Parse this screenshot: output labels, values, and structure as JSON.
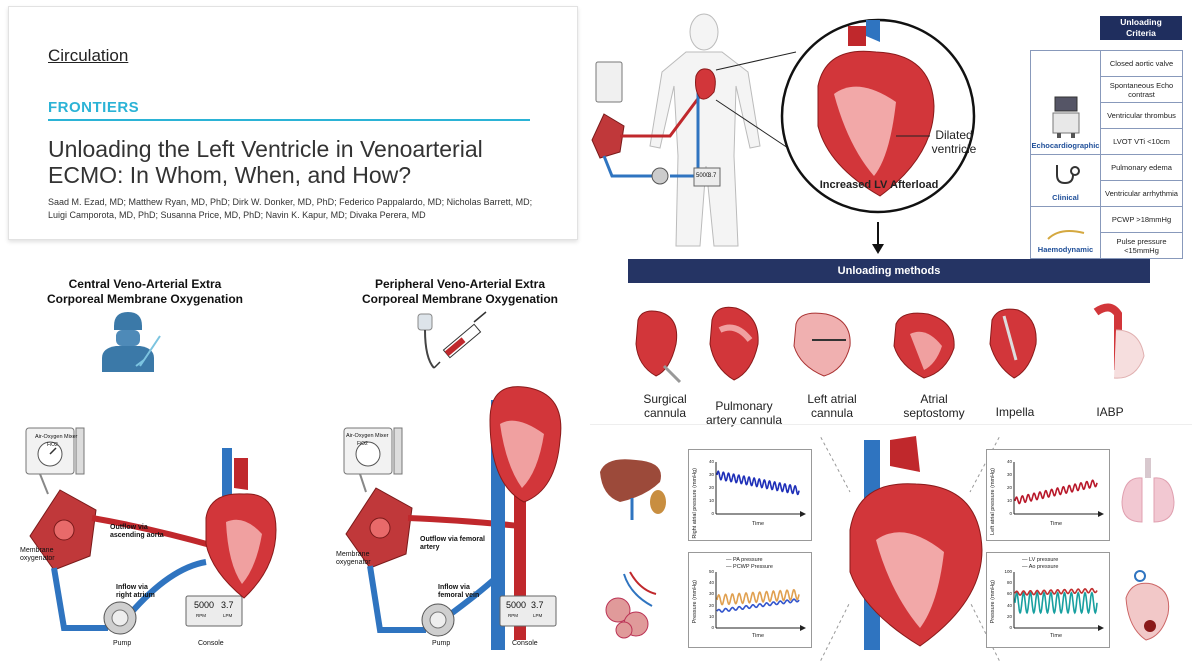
{
  "header": {
    "journal": "Circulation",
    "section": "FRONTIERS",
    "title": "Unloading the Left Ventricle in Venoarterial ECMO: In Whom, When, and How?",
    "authors": "Saad M. Ezad, MD; Matthew Ryan, MD, PhD; Dirk W. Donker, MD, PhD; Federico Pappalardo, MD; Nicholas Barrett, MD; Luigi Camporota, MD, PhD; Susanna Price, MD, PhD; Navin K. Kapur, MD; Divaka Perera, MD"
  },
  "central": {
    "heading_line1": "Central Veno-Arterial Extra",
    "heading_line2": "Corporeal Membrane Oxygenation",
    "mixer": "Air-Oxygen Mixer",
    "fio2": "FiO2",
    "outflow_line1": "Outflow via",
    "outflow_line2": "ascending aorta",
    "membrane_line1": "Membrane",
    "membrane_line2": "oxygenator",
    "inflow_line1": "Inflow via",
    "inflow_line2": "right atrium",
    "pump": "Pump",
    "console": "Console",
    "rpm_value": "5000",
    "rpm_unit": "RPM",
    "flow_value": "3.7",
    "flow_unit": "LPM"
  },
  "peripheral": {
    "heading_line1": "Peripheral Veno-Arterial Extra",
    "heading_line2": "Corporeal Membrane Oxygenation",
    "mixer": "Air-Oxygen Mixer",
    "fio2": "FiO2",
    "outflow_line1": "Outflow via femoral",
    "outflow_line2": "artery",
    "membrane_line1": "Membrane",
    "membrane_line2": "oxygenator",
    "inflow_line1": "Inflow via",
    "inflow_line2": "femoral vein",
    "pump": "Pump",
    "console": "Console",
    "rpm_value": "5000",
    "rpm_unit": "RPM",
    "flow_value": "3.7",
    "flow_unit": "LPM"
  },
  "body_panel": {
    "dilated_line1": "Dilated",
    "dilated_line2": "ventricle",
    "afterload": "Increased LV Afterload",
    "console_rpm": "5000",
    "console_flow": "3.7"
  },
  "criteria": {
    "title_line1": "Unloading",
    "title_line2": "Criteria",
    "groups": [
      {
        "name": "Echocardiographic",
        "items": [
          "Closed aortic valve",
          "Spontaneous Echo contrast",
          "Ventricular thrombus",
          "LVOT VTi <10cm"
        ]
      },
      {
        "name": "Clinical",
        "items": [
          "Pulmonary edema",
          "Ventricular arrhythmia"
        ]
      },
      {
        "name": "Haemodynamic",
        "items": [
          "PCWP >18mmHg",
          "Pulse pressure <15mmHg"
        ]
      }
    ]
  },
  "methods": {
    "bar": "Unloading methods",
    "items": [
      {
        "line1": "Surgical",
        "line2": "cannula"
      },
      {
        "line1": "Pulmonary",
        "line2": "artery cannula"
      },
      {
        "line1": "Left atrial",
        "line2": "cannula"
      },
      {
        "line1": "Atrial",
        "line2": "septostomy"
      },
      {
        "line1": "Impella",
        "line2": ""
      },
      {
        "line1": "IABP",
        "line2": ""
      }
    ]
  },
  "graphs": {
    "ra": {
      "ylabel_line1": "Right atrial",
      "ylabel_line2": "pressure (mmHg)",
      "xlabel": "Time",
      "ticks": [
        "40",
        "30",
        "20",
        "10",
        "0"
      ],
      "color": "#1e2fb8"
    },
    "la": {
      "ylabel_line1": "Left atrial",
      "ylabel_line2": "pressure (mmHg)",
      "xlabel": "Time",
      "ticks": [
        "40",
        "30",
        "20",
        "10",
        "0"
      ],
      "color": "#b8182a"
    },
    "pa": {
      "legend1": "PA pressure",
      "legend2": "PCWP Pressure",
      "ylabel_line1": "Pressure",
      "ylabel_line2": "(mmHg)",
      "xlabel": "Time",
      "ticks": [
        "50",
        "40",
        "30",
        "20",
        "10",
        "0"
      ],
      "color1": "#e0a050",
      "color2": "#3355cc"
    },
    "lv": {
      "legend1": "LV pressure",
      "legend2": "Ao pressure",
      "ylabel_line1": "Pressure",
      "ylabel_line2": "(mmHg)",
      "xlabel": "Time",
      "ticks": [
        "100",
        "80",
        "60",
        "40",
        "20",
        "0"
      ],
      "color1": "#18a0a0",
      "color2": "#c03030"
    }
  },
  "colors": {
    "navy": "#253464",
    "accent": "#2bb3d6",
    "artery": "#c0282c",
    "vein": "#2f74c0"
  }
}
